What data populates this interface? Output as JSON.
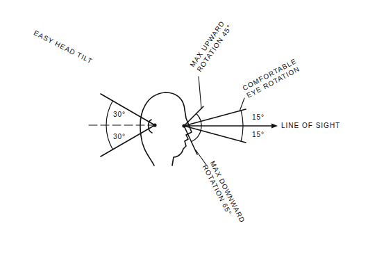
{
  "diagram": {
    "labels": [
      "EASY HEAD TILT",
      "MAX UPWARD ROTATION 45°",
      "COMFORTABLE EYE ROTATION",
      "30°",
      "30°",
      "15°",
      "LINE OF SIGHT",
      "15°",
      "MAX DOWNWARD ROTATION 65°"
    ]
  }
}
